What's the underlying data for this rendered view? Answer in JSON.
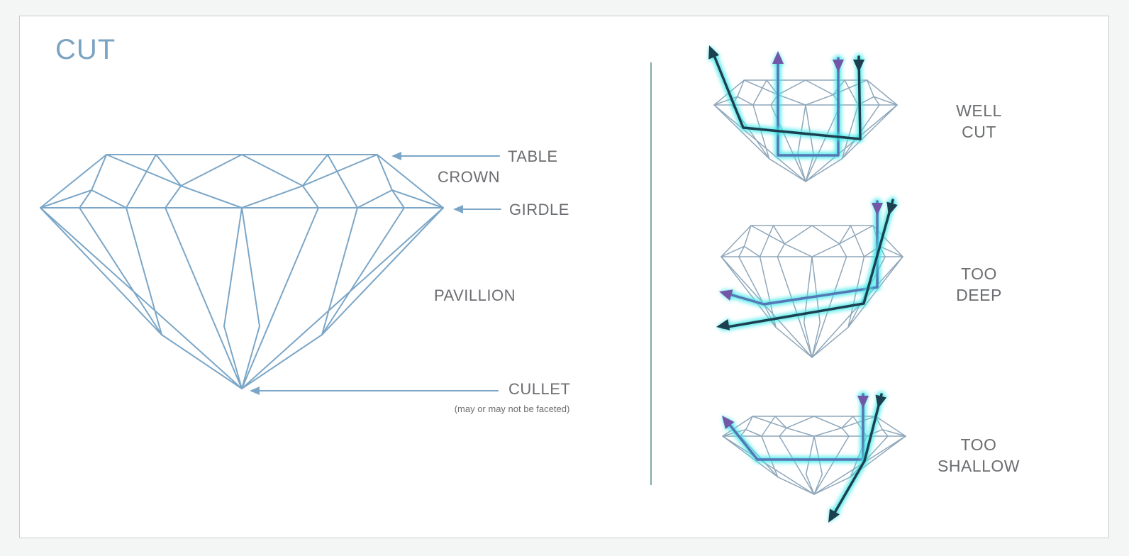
{
  "title": "CUT",
  "anatomy": {
    "labels": {
      "table": "TABLE",
      "crown": "CROWN",
      "girdle": "GIRDLE",
      "pavilion": "PAVILLION",
      "culet": "CULLET",
      "culet_note": "(may or may not be faceted)"
    }
  },
  "cut_quality": {
    "items": [
      {
        "line1": "WELL",
        "line2": "CUT"
      },
      {
        "line1": "TOO",
        "line2": "DEEP"
      },
      {
        "line1": "TOO",
        "line2": "SHALLOW"
      }
    ]
  },
  "colors": {
    "title": "#7ba3c2",
    "label_text": "#6b6d70",
    "diagram_line": "#7ba6c7",
    "small_diamond_line": "#8fa7ba",
    "divider": "#82a8ac",
    "ray_blue": "#5577b5",
    "ray_dark": "#1c4050",
    "ray_glow": "#3fe8e8",
    "arrow_violet": "#7257a8",
    "background": "#f4f5f5",
    "card_border": "#cbcdce"
  }
}
